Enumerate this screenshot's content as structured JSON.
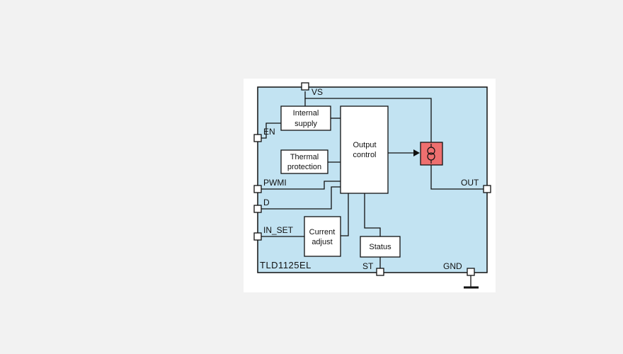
{
  "diagram": {
    "chip_name": "TLD1125EL",
    "pins": {
      "vs": "VS",
      "en": "EN",
      "pwmi": "PWMI",
      "d": "D",
      "in_set": "IN_SET",
      "out": "OUT",
      "st": "ST",
      "gnd": "GND"
    },
    "blocks": {
      "internal_supply": [
        "Internal",
        "supply"
      ],
      "thermal_protection": [
        "Thermal",
        "protection"
      ],
      "output_control": [
        "Output",
        "control"
      ],
      "current_adjust": [
        "Current",
        "adjust"
      ],
      "status": "Status"
    },
    "colors": {
      "background": "#f2f2f2",
      "panel": "#ffffff",
      "chip_fill": "#c2e3f2",
      "current_source_fill": "#ee6f6f",
      "line": "#111111",
      "pin_fill": "#ffffff"
    }
  }
}
